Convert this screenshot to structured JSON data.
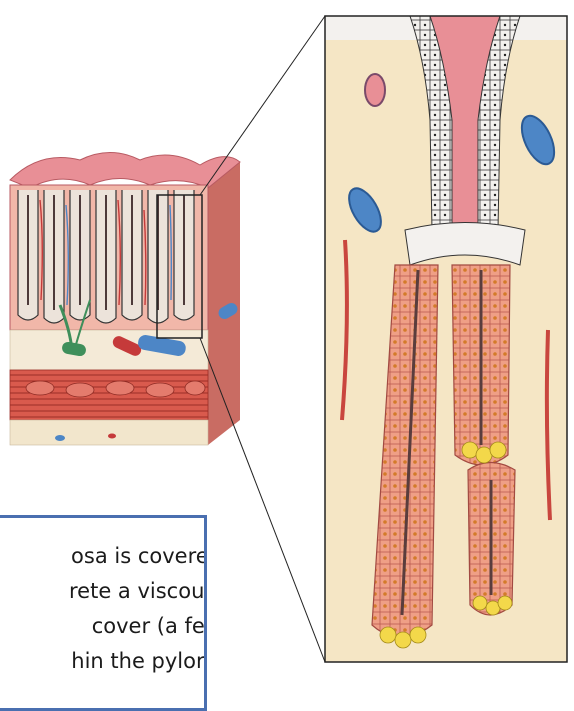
{
  "figure": {
    "caption_lines": [
      "osa is covered",
      "rete a viscous,",
      "cover (a few",
      "hin the pyloric"
    ],
    "colors": {
      "mucosa_pink": "#e88f96",
      "epithelium_white": "#f3f1ee",
      "lamina_cream": "#f5e6c5",
      "vein_blue": "#4d86c6",
      "artery_red": "#c53a3a",
      "nerve_green": "#3f8f5b",
      "muscle_red": "#c9463e",
      "gland_salmon": "#ef9f86",
      "chief_cell_yellow": "#f3d84a",
      "border_blue": "#4a6fb0"
    }
  }
}
